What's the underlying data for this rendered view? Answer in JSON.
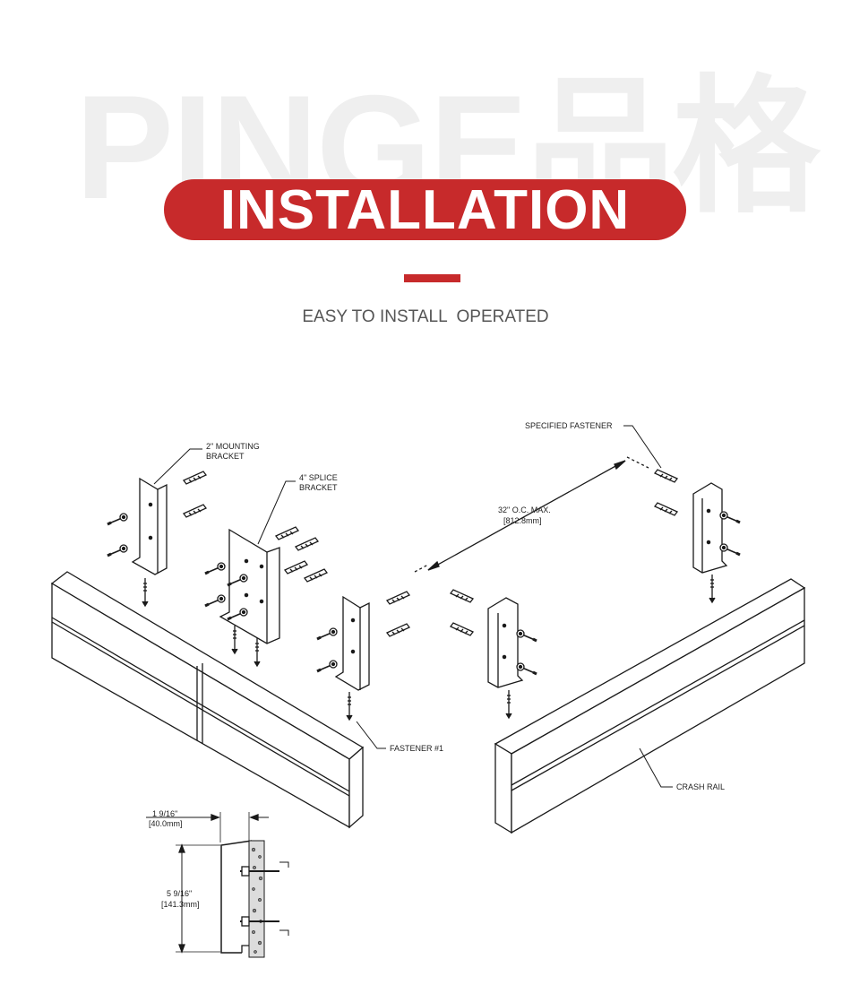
{
  "header": {
    "watermark": "PINGE品格",
    "title": "INSTALLATION",
    "subtitle": "EASY TO INSTALL  OPERATED",
    "accent_color": "#c72a2b"
  },
  "diagram": {
    "labels": {
      "mounting_line1": "2\" MOUNTING",
      "mounting_line2": "BRACKET",
      "splice_line1": "4\" SPLICE",
      "splice_line2": "BRACKET",
      "specified_fastener": "SPECIFIED FASTENER",
      "oc_line1": "32\" O.C. MAX.",
      "oc_line2": "[812.8mm]",
      "fastener1": "FASTENER #1",
      "crash_rail": "CRASH RAIL",
      "depth_line1": "1 9/16\"",
      "depth_line2": "[40.0mm]",
      "height_line1": "5 9/16\"",
      "height_line2": "[141.3mm]"
    }
  }
}
